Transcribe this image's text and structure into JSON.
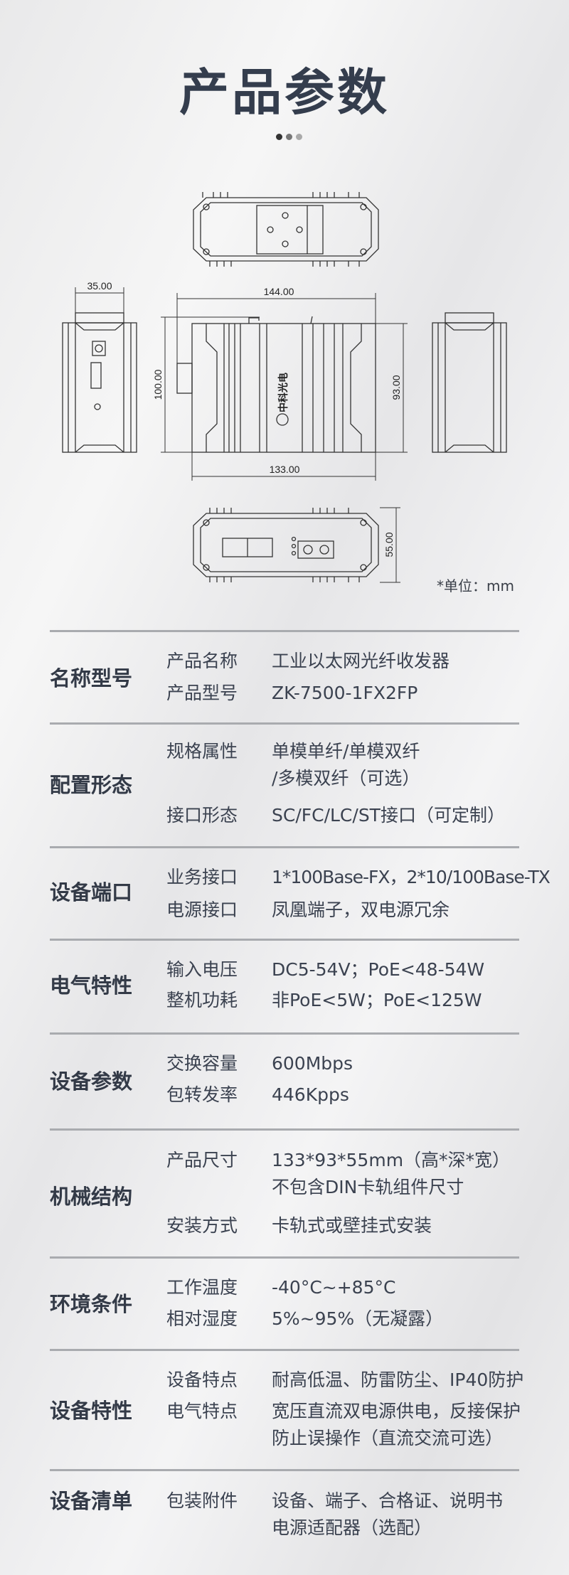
{
  "title": "产品参数",
  "diagram": {
    "dims": {
      "depth_side": "35.00",
      "overall_length": "144.00",
      "height_with_rail": "100.00",
      "height": "93.00",
      "length": "133.00",
      "width": "55.00"
    },
    "logo_text": "中科光电",
    "unit_note": "*单位：mm"
  },
  "colors": {
    "text": "#353c49",
    "divider": "#a9abaf"
  },
  "groups": [
    {
      "category": "名称型号",
      "rows": [
        {
          "label": "产品名称",
          "value": [
            "工业以太网光纤收发器"
          ]
        },
        {
          "label": "产品型号",
          "value": [
            "ZK-7500-1FX2FP"
          ]
        }
      ]
    },
    {
      "category": "配置形态",
      "rows": [
        {
          "label": "规格属性",
          "value": [
            "单模单纤/单模双纤",
            "/多模双纤（可选）"
          ]
        },
        {
          "label": "接口形态",
          "value": [
            "SC/FC/LC/ST接口（可定制）"
          ]
        }
      ]
    },
    {
      "category": "设备端口",
      "rows": [
        {
          "label": "业务接口",
          "value": [
            "1*100Base-FX，2*10/100Base-TX"
          ]
        },
        {
          "label": "电源接口",
          "value": [
            "凤凰端子，双电源冗余"
          ]
        }
      ]
    },
    {
      "category": "电气特性",
      "rows": [
        {
          "label": "输入电压",
          "value": [
            "DC5-54V；PoE<48-54W"
          ]
        },
        {
          "label": "整机功耗",
          "value": [
            "非PoE<5W；PoE<125W"
          ]
        }
      ]
    },
    {
      "category": "设备参数",
      "rows": [
        {
          "label": "交换容量",
          "value": [
            "600Mbps"
          ]
        },
        {
          "label": "包转发率",
          "value": [
            "446Kpps"
          ]
        }
      ]
    },
    {
      "category": "机械结构",
      "rows": [
        {
          "label": "产品尺寸",
          "value": [
            "133*93*55mm（高*深*宽）",
            "不包含DIN卡轨组件尺寸"
          ]
        },
        {
          "label": "安装方式",
          "value": [
            "卡轨式或壁挂式安装"
          ]
        }
      ]
    },
    {
      "category": "环境条件",
      "rows": [
        {
          "label": "工作温度",
          "value": [
            "-40°C~+85°C"
          ]
        },
        {
          "label": "相对湿度",
          "value": [
            "5%~95%（无凝露）"
          ]
        }
      ]
    },
    {
      "category": "设备特性",
      "rows": [
        {
          "label": "设备特点",
          "value": [
            "耐高低温、防雷防尘、IP40防护"
          ]
        },
        {
          "label": "电气特点",
          "value": [
            "宽压直流双电源供电，反接保护",
            "防止误操作（直流交流可选）"
          ]
        }
      ]
    },
    {
      "category": "设备清单",
      "rows": [
        {
          "label": "包装附件",
          "value": [
            "设备、端子、合格证、说明书",
            "电源适配器（选配）"
          ]
        }
      ]
    }
  ]
}
